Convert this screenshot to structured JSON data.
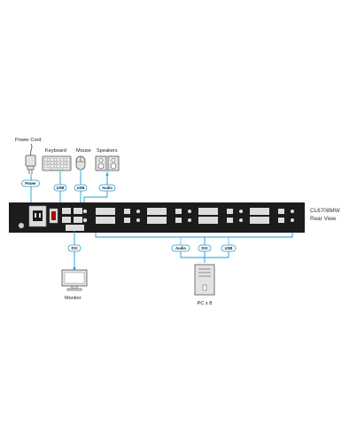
{
  "devices": {
    "power_cord": "Power Cord",
    "keyboard": "Keyboard",
    "mouse": "Mouse",
    "speakers": "Speakers",
    "monitor": "Monitor",
    "pc": "PC x 8"
  },
  "tags": {
    "power": "Power",
    "usb_keyboard": "USB",
    "usb_mouse": "USB",
    "audio_speakers": "Audio",
    "dvi_monitor": "DVI",
    "audio_pc": "Audio",
    "dvi_pc": "DVI",
    "usb_pc": "USB"
  },
  "unit": {
    "model": "CL6708MW",
    "view": "Rear View"
  },
  "colors": {
    "connector": "#1a9fd6",
    "device_fill": "#e3e3e3",
    "device_stroke": "#555555",
    "panel": "#1c1c1c",
    "port_fill": "#dcdcdc"
  },
  "pc_port_groups": 8
}
